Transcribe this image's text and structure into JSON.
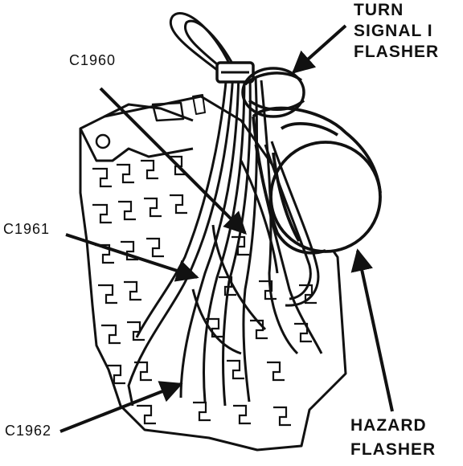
{
  "labels": {
    "turn_signal_line1": "TURN",
    "turn_signal_line2": "SIGNAL I",
    "turn_signal_line3": "FLASHER",
    "c1960": "C1960",
    "c1961": "C1961",
    "c1962": "C1962",
    "hazard_line1": "HAZARD",
    "hazard_line2": "FLASHER"
  },
  "colors": {
    "ink": "#111111",
    "paper": "#ffffff"
  }
}
